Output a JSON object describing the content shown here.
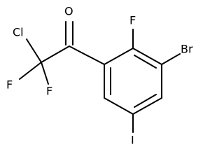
{
  "atoms": {
    "oxygen": "O",
    "chlorine": "Cl",
    "fluorine_1": "F",
    "fluorine_2": "F",
    "fluorine_3": "F",
    "bromine": "Br",
    "iodine": "I"
  },
  "colors": {
    "stroke": "#000000",
    "background": "#ffffff"
  }
}
